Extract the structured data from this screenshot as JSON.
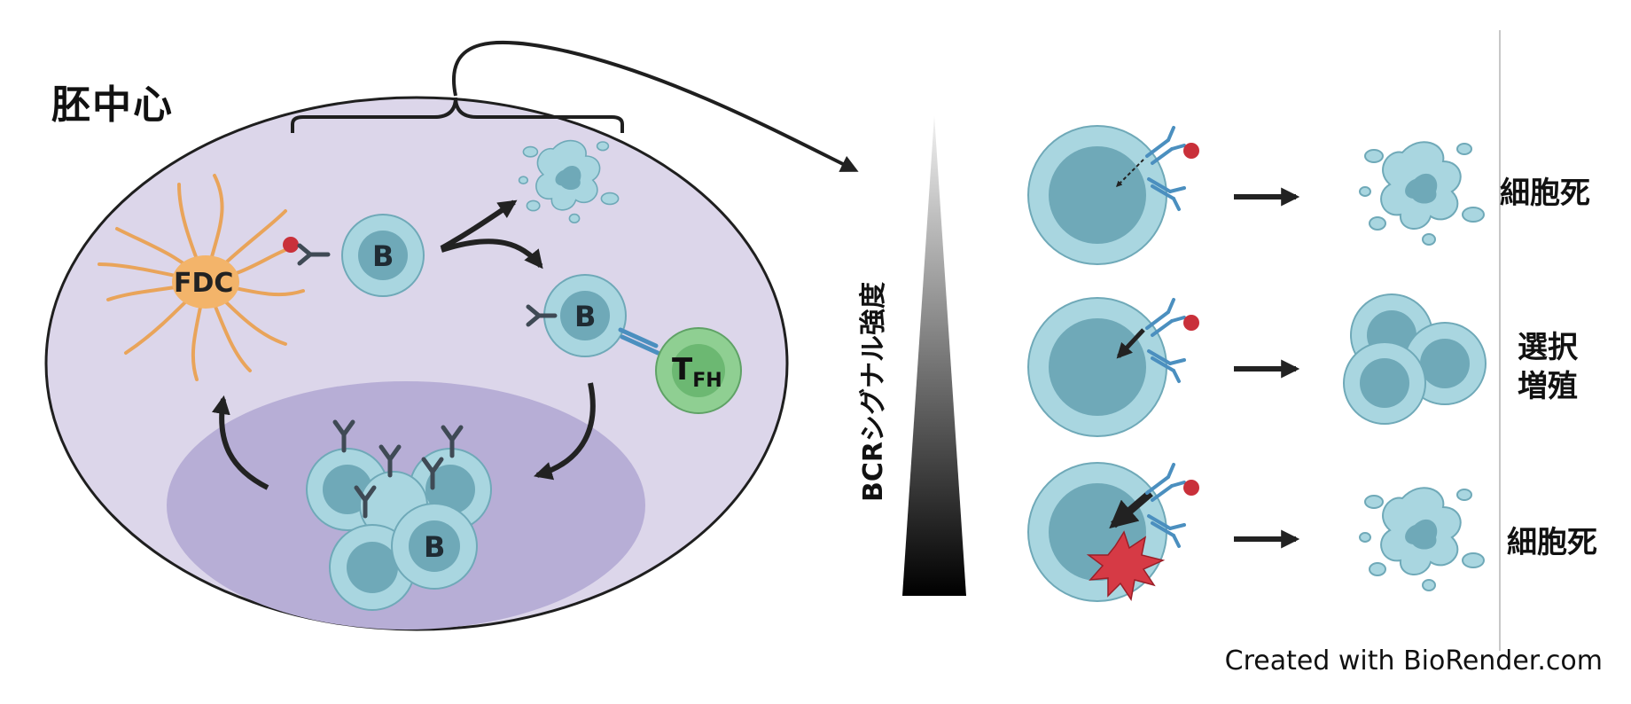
{
  "title": "胚中心",
  "labels": {
    "fdc": "FDC",
    "b_cell": "B",
    "tfh_main": "T",
    "tfh_sub": "FH"
  },
  "axis_label": "BCRシグナル強度",
  "outcomes": {
    "top": "細胞死",
    "middle_line1": "選択",
    "middle_line2": "増殖",
    "bottom": "細胞死"
  },
  "credit": "Created with BioRender.com",
  "colors": {
    "gc_outer": "#dcd6ea",
    "gc_inner": "#b7aed6",
    "cell": "#a9d6e0",
    "nucleus": "#6fa9b8",
    "fdc": "#f3b46a",
    "tfh": "#8fcf92",
    "antigen": "#c9303a",
    "burst": "#d63a45"
  }
}
